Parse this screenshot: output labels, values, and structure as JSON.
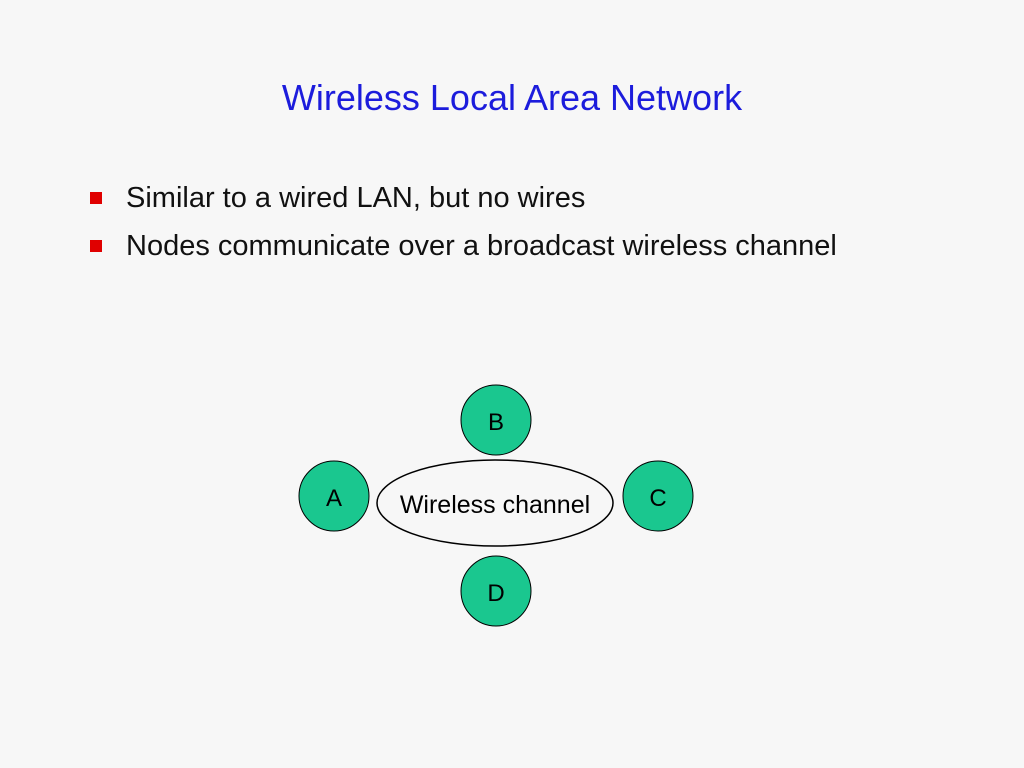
{
  "slide": {
    "title": "Wireless Local Area Network",
    "title_color": "#1c1cdc",
    "bullet_color": "#e00000",
    "bullets": [
      "Similar to a wired LAN, but no wires",
      "Nodes communicate over a broadcast wireless channel"
    ]
  },
  "diagram": {
    "node_color": "#1ac78f",
    "channel_label": "Wireless channel",
    "nodes": {
      "a": "A",
      "b": "B",
      "c": "C",
      "d": "D"
    }
  }
}
